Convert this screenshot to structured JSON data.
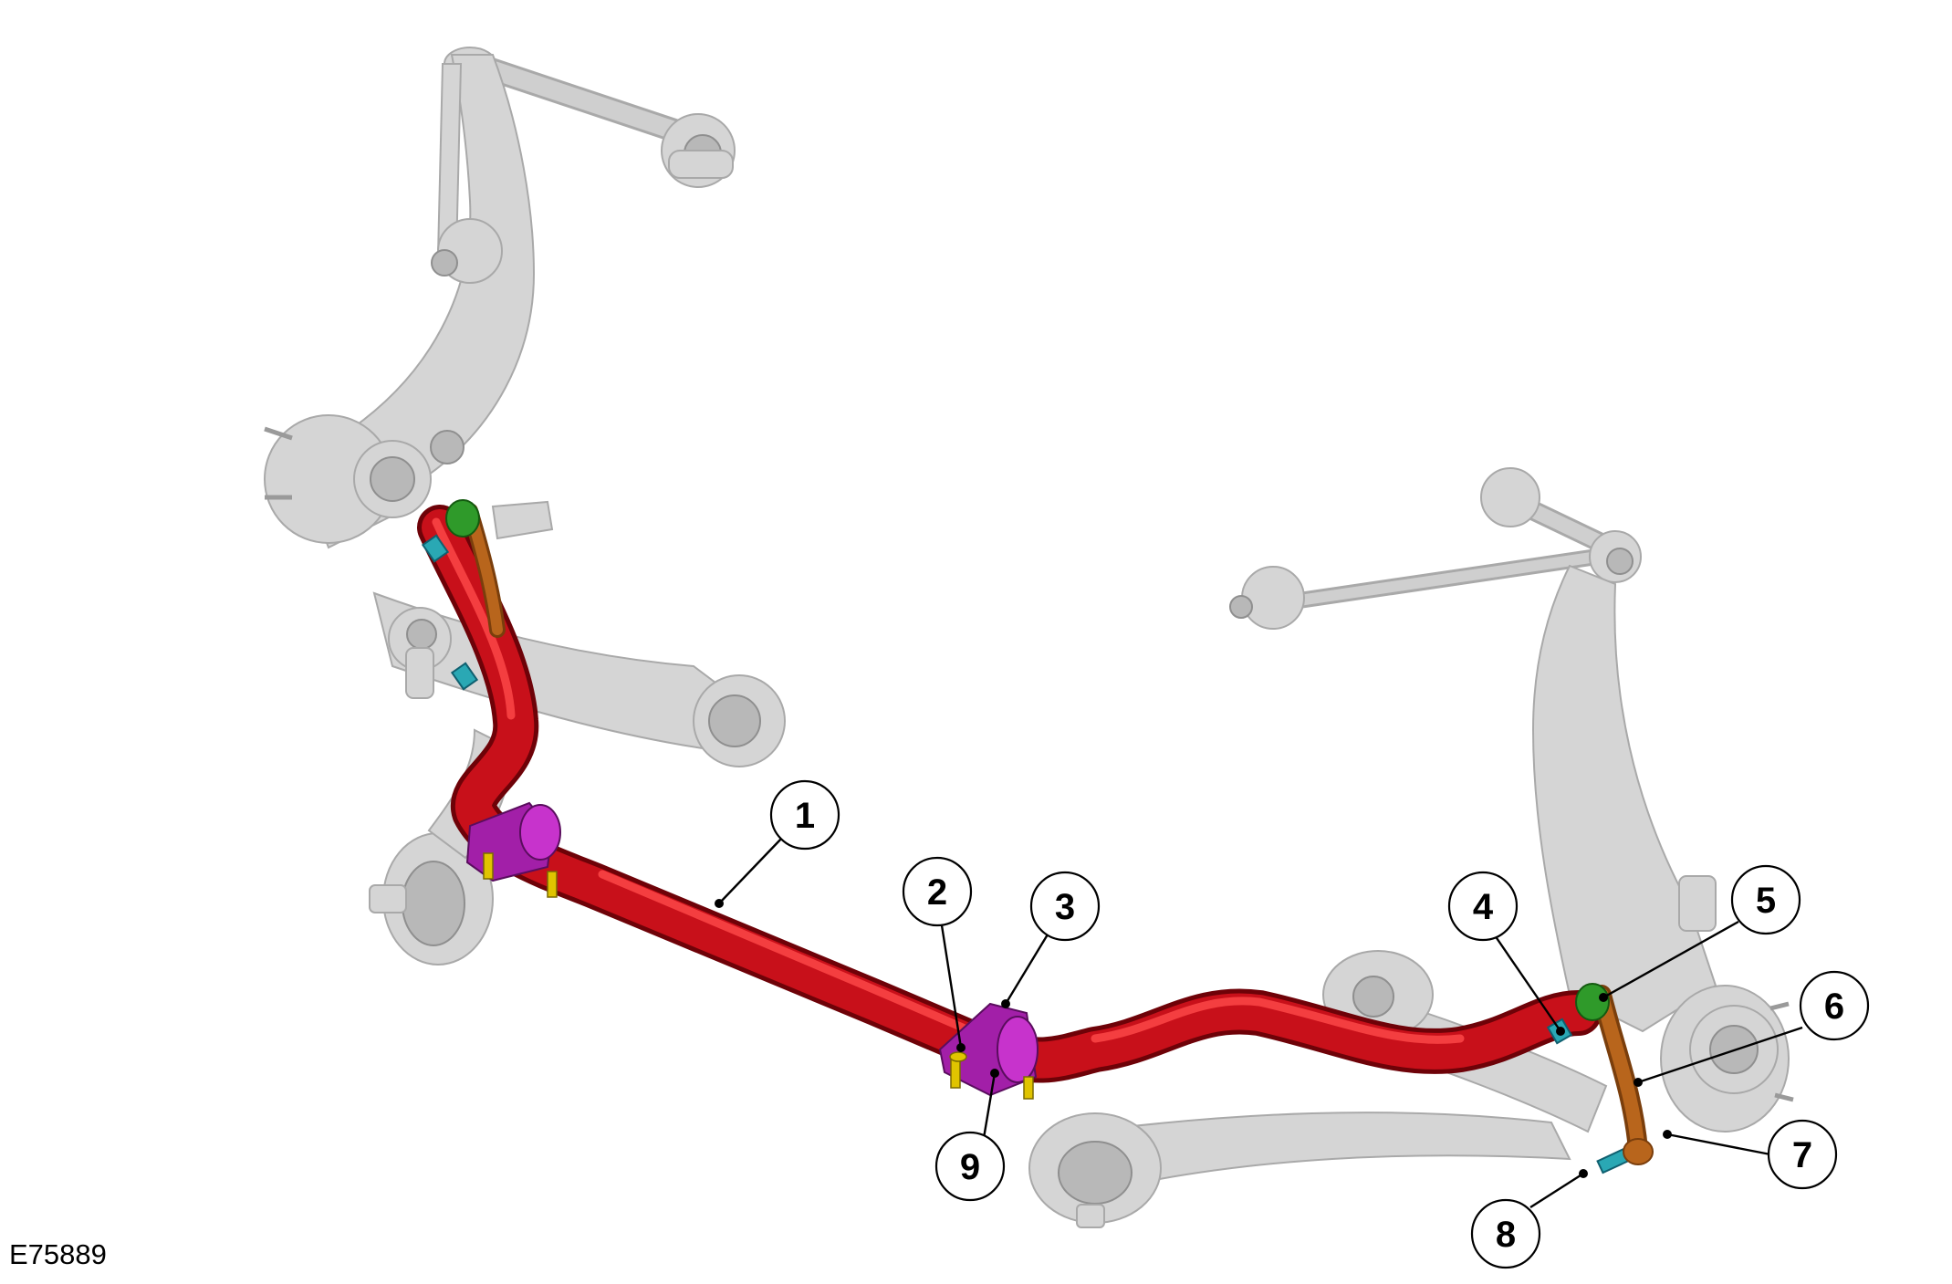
{
  "figure": {
    "id_label": "E75889"
  },
  "callouts": [
    {
      "number": "1",
      "name": "stabilizer-bar"
    },
    {
      "number": "2",
      "name": "bushing-clamp-bolt"
    },
    {
      "number": "3",
      "name": "stabilizer-bar-bushing"
    },
    {
      "number": "4",
      "name": "link-upper-nut"
    },
    {
      "number": "5",
      "name": "link-upper-ball-joint"
    },
    {
      "number": "6",
      "name": "stabilizer-bar-link"
    },
    {
      "number": "7",
      "name": "link-lower-ball-joint"
    },
    {
      "number": "8",
      "name": "link-lower-nut"
    },
    {
      "number": "9",
      "name": "bushing-clamp"
    }
  ],
  "colors": {
    "stabilizer_bar": "#c8101a",
    "bushing_clamp": "#a21fa8",
    "link": "#b8651c",
    "ball_joint": "#2f9a2a",
    "nut": "#2aa8b4",
    "bolt": "#e0c400",
    "suspension_grey": "#d5d5d5"
  }
}
